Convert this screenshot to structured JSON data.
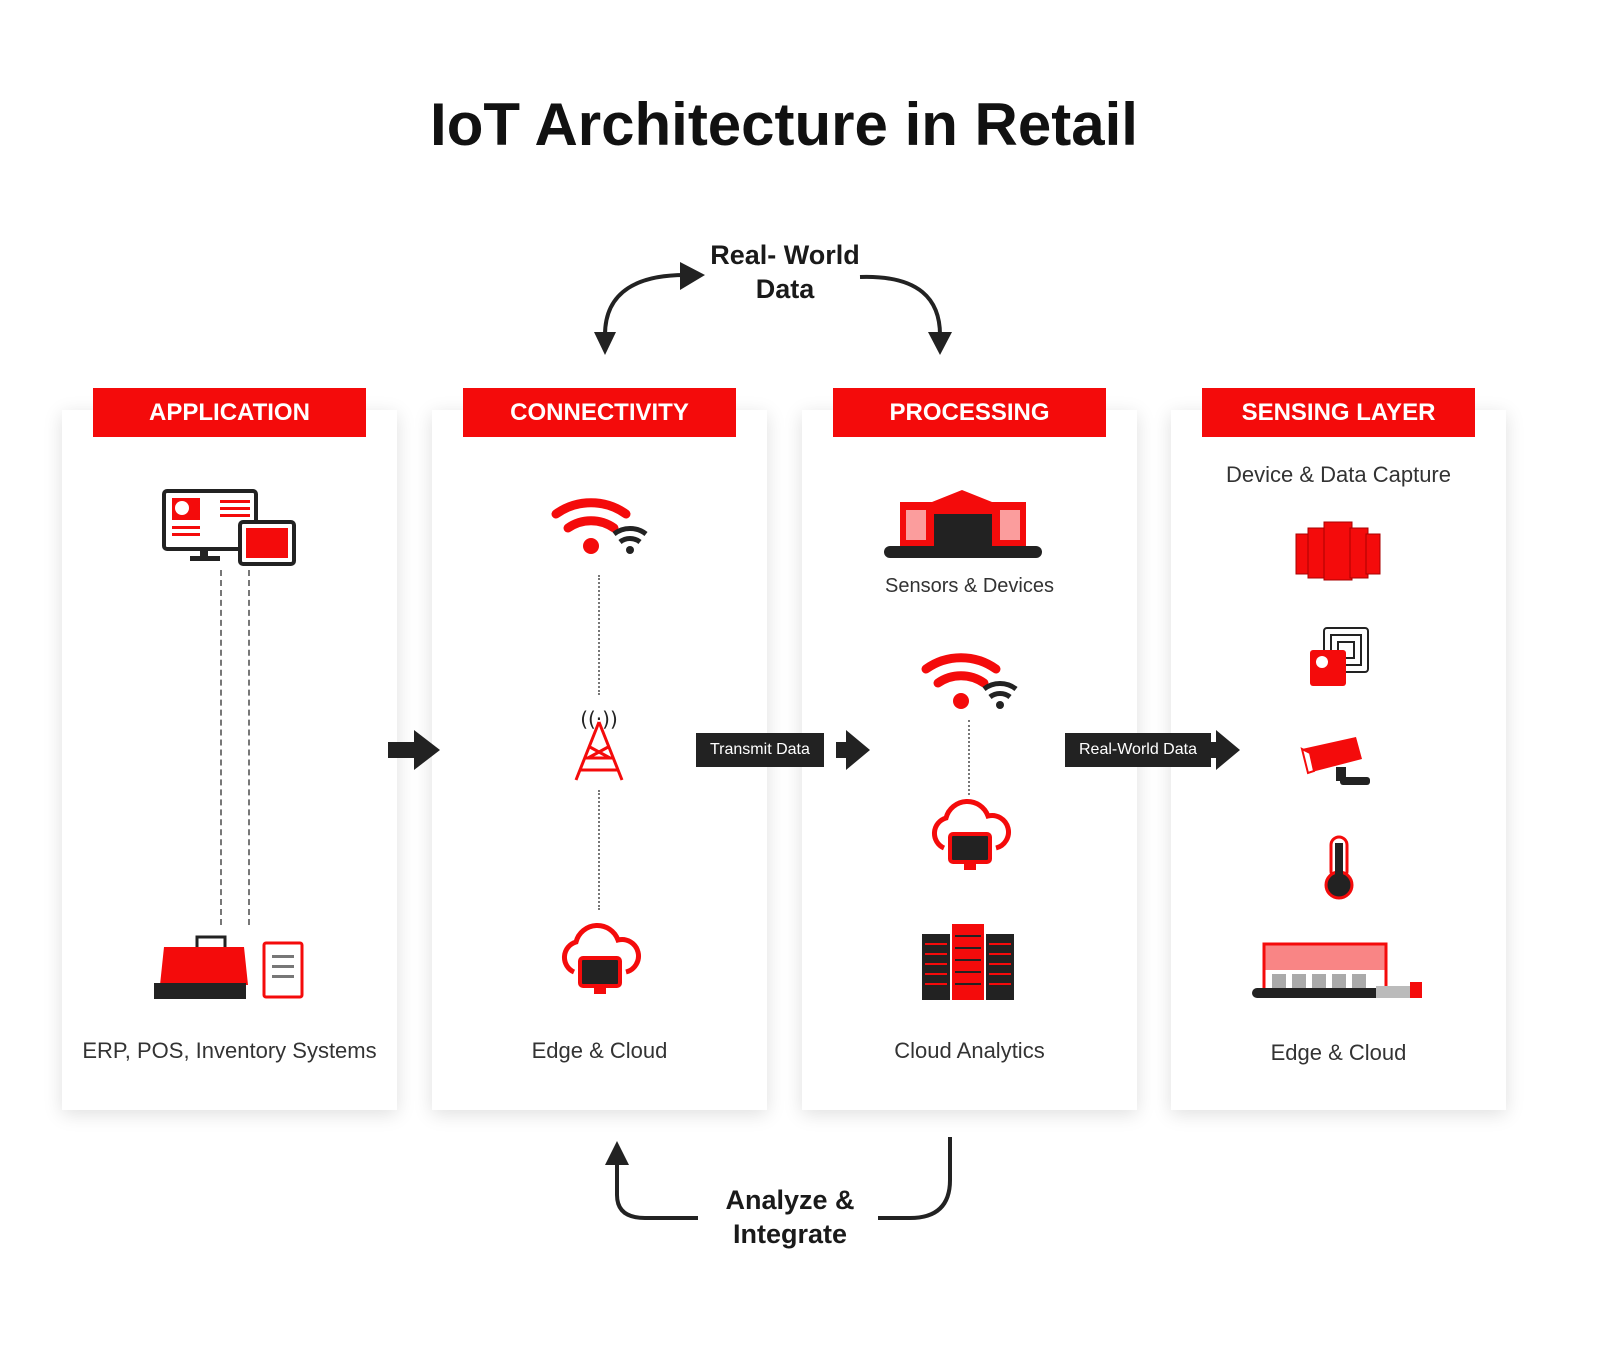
{
  "title": "IoT Architecture in Retail",
  "flows": {
    "top": "Real- World Data",
    "bottom": "Analyze & Integrate",
    "transmit": "Transmit Data",
    "real_world": "Real-World Data"
  },
  "columns": [
    {
      "header": "APPLICATION",
      "label": "ERP, POS, Inventory Systems"
    },
    {
      "header": "CONNECTIVITY",
      "label": "Edge & Cloud"
    },
    {
      "header": "PROCESSING",
      "sublabel": "Sensors & Devices",
      "label": "Cloud Analytics"
    },
    {
      "header": "SENSING LAYER",
      "sublabel": "Device & Data Capture",
      "label": "Edge & Cloud"
    }
  ],
  "colors": {
    "accent": "#f40b0b",
    "dark": "#222222"
  }
}
